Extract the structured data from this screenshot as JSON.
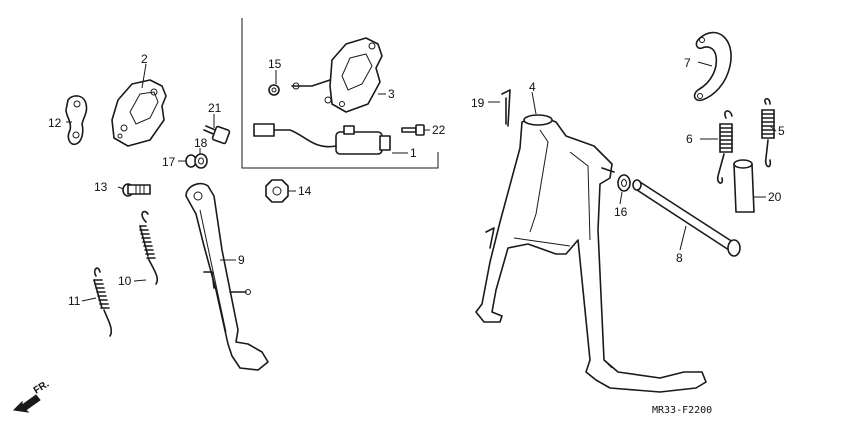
{
  "diagram": {
    "drawing_code": "MR33-F2200",
    "direction_label": "FR.",
    "callouts": {
      "p1": "1",
      "p2": "2",
      "p3": "3",
      "p4": "4",
      "p5": "5",
      "p6": "6",
      "p7": "7",
      "p8": "8",
      "p9": "9",
      "p10": "10",
      "p11": "11",
      "p12": "12",
      "p13": "13",
      "p14": "14",
      "p15": "15",
      "p16": "16",
      "p17": "17",
      "p18": "18",
      "p19": "19",
      "p20": "20",
      "p21": "21",
      "p22": "22"
    }
  }
}
